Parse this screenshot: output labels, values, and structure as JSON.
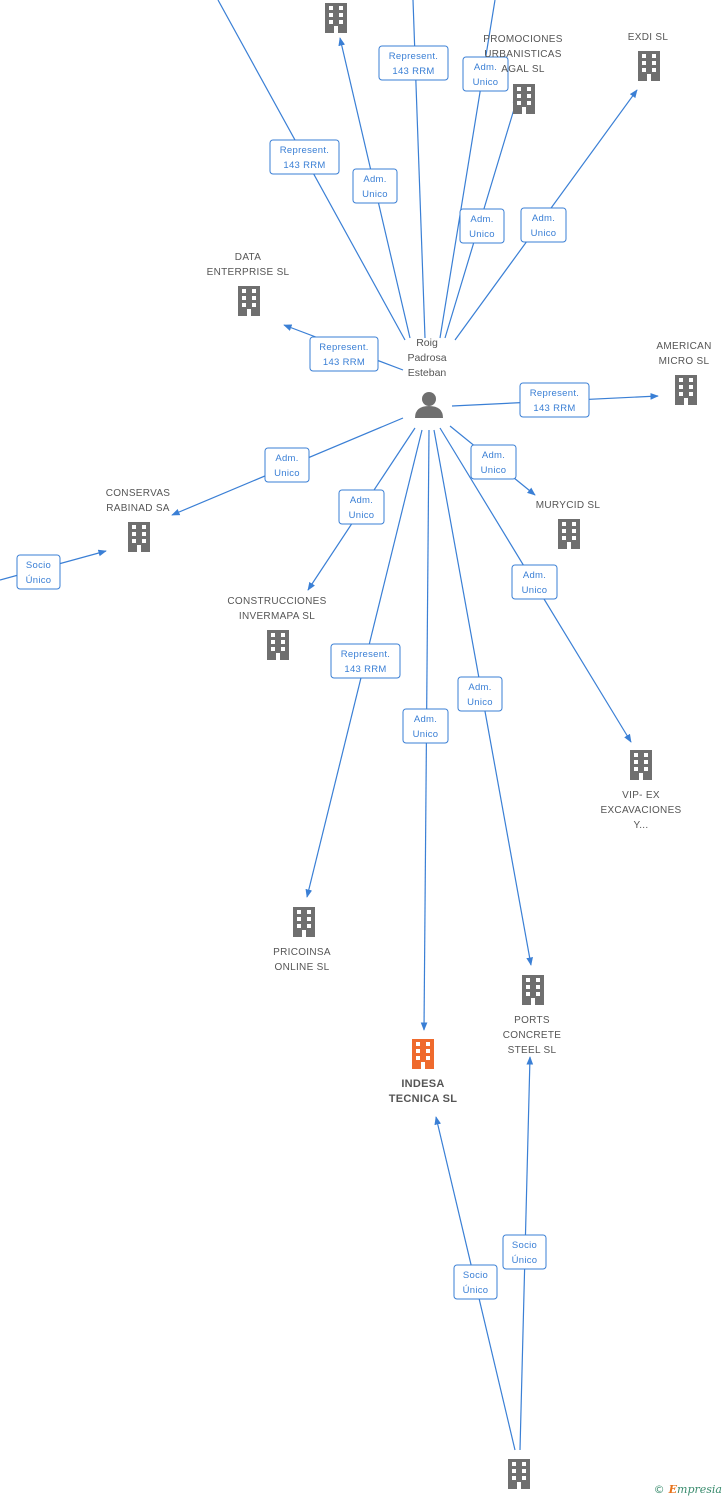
{
  "center": {
    "label_lines": [
      "Roig",
      "Padrosa",
      "Esteban"
    ],
    "icon": "person-icon"
  },
  "nodes": [
    {
      "id": "top-left-company",
      "lines": []
    },
    {
      "id": "promociones",
      "lines": [
        "PROMOCIONES",
        "URBANISTICAS",
        "AGAL SL"
      ]
    },
    {
      "id": "exdi",
      "lines": [
        "EXDI SL"
      ]
    },
    {
      "id": "data-enterprise",
      "lines": [
        "DATA",
        "ENTERPRISE SL"
      ]
    },
    {
      "id": "american-micro",
      "lines": [
        "AMERICAN",
        "MICRO SL"
      ]
    },
    {
      "id": "conservas",
      "lines": [
        "CONSERVAS",
        "RABINAD SA"
      ]
    },
    {
      "id": "murycid",
      "lines": [
        "MURYCID SL"
      ]
    },
    {
      "id": "construcciones",
      "lines": [
        "CONSTRUCCIONES",
        "INVERMAPA SL"
      ]
    },
    {
      "id": "vip-ex",
      "lines": [
        "VIP- EX",
        "EXCAVACIONES",
        "Y..."
      ]
    },
    {
      "id": "pricoinsa",
      "lines": [
        "PRICOINSA",
        "ONLINE SL"
      ]
    },
    {
      "id": "ports-concrete",
      "lines": [
        "PORTS",
        "CONCRETE",
        "STEEL SL"
      ]
    },
    {
      "id": "indesa",
      "lines": [
        "INDESA",
        "TECNICA SL"
      ],
      "highlight": true
    },
    {
      "id": "bottom-company",
      "lines": []
    }
  ],
  "edges": [
    {
      "label": [
        "Represent.",
        "143 RRM"
      ]
    },
    {
      "label": [
        "Adm.",
        "Unico"
      ]
    },
    {
      "label": [
        "Represent.",
        "143 RRM"
      ]
    },
    {
      "label": [
        "Adm.",
        "Unico"
      ]
    },
    {
      "label": [
        "Adm.",
        "Unico"
      ]
    },
    {
      "label": [
        "Adm.",
        "Unico"
      ]
    },
    {
      "label": [
        "Represent.",
        "143 RRM"
      ]
    },
    {
      "label": [
        "Represent.",
        "143 RRM"
      ]
    },
    {
      "label": [
        "Adm.",
        "Unico"
      ]
    },
    {
      "label": [
        "Adm.",
        "Unico"
      ]
    },
    {
      "label": [
        "Adm.",
        "Unico"
      ]
    },
    {
      "label": [
        "Adm.",
        "Unico"
      ]
    },
    {
      "label": [
        "Represent.",
        "143 RRM"
      ]
    },
    {
      "label": [
        "Adm.",
        "Unico"
      ]
    },
    {
      "label": [
        "Adm.",
        "Unico"
      ]
    },
    {
      "label": [
        "Socio",
        "Único"
      ]
    },
    {
      "label": [
        "Socio",
        "Único"
      ]
    },
    {
      "label": [
        "Socio",
        "Único"
      ]
    }
  ],
  "colors": {
    "edge": "#3a7fd5",
    "building": "#6f6f6f",
    "highlight": "#ef6a2d",
    "text": "#555555"
  },
  "footer": {
    "copyright_symbol": "©",
    "brand_first": "E",
    "brand_rest": "mpresia"
  }
}
